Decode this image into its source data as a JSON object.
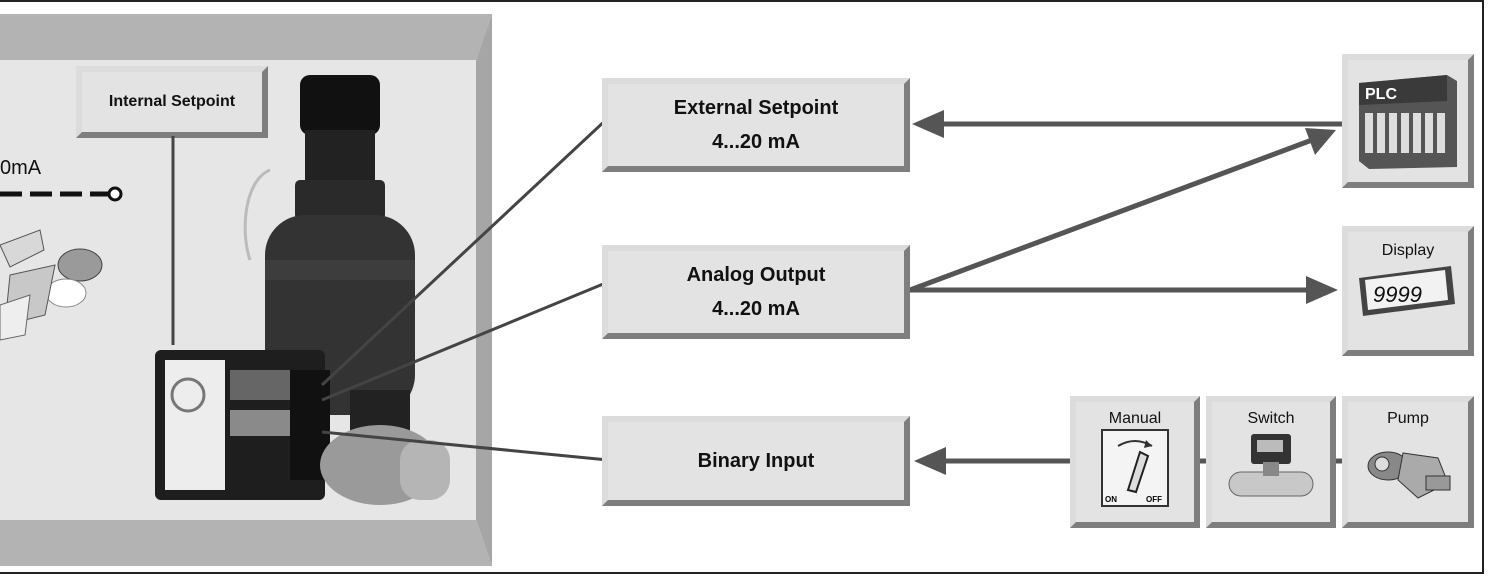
{
  "device_panel": {
    "internal_setpoint_label": "Internal Setpoint",
    "current_label": "0mA"
  },
  "signals": {
    "external_setpoint": {
      "title": "External Setpoint",
      "range": "4...20 mA"
    },
    "analog_output": {
      "title": "Analog Output",
      "range": "4...20 mA"
    },
    "binary_input": {
      "title": "Binary Input"
    }
  },
  "devices": {
    "plc": {
      "label": "PLC"
    },
    "display": {
      "label": "Display",
      "readout": "9999"
    },
    "manual": {
      "label": "Manual",
      "on_label": "ON",
      "off_label": "OFF"
    },
    "switch": {
      "label": "Switch"
    },
    "pump": {
      "label": "Pump"
    }
  },
  "colors": {
    "panel_light": "#e3e3e3",
    "panel_dark": "#b4b4b4",
    "line": "#444444",
    "arrow": "#555555"
  }
}
